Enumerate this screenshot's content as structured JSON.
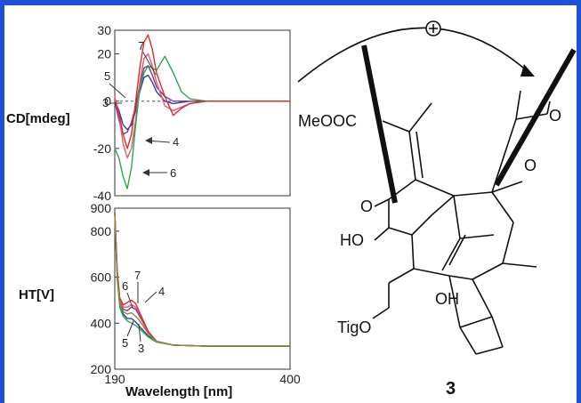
{
  "colors": {
    "border": "#1f4fd6",
    "c3": "#3a3aa8",
    "c4": "#7a3a8a",
    "c5": "#e05a7a",
    "c6": "#2aa84a",
    "c7": "#e02a2a",
    "c8": "#8a8a40"
  },
  "chart_data": [
    {
      "type": "line",
      "panel": "cd",
      "ylabel": "CD[mdeg]",
      "xlim": [
        190,
        400
      ],
      "ylim": [
        -40,
        30
      ],
      "yticks": [
        "30",
        "20",
        "0",
        "-20",
        "-40"
      ],
      "yticks_values": [
        30,
        20,
        0,
        -20,
        -40
      ],
      "series": [
        {
          "name": "3",
          "color_key": "c3",
          "x": [
            190,
            195,
            200,
            205,
            210,
            215,
            220,
            225,
            230,
            235,
            240,
            250,
            260,
            280,
            300,
            400
          ],
          "y": [
            0,
            -4,
            -10,
            -12,
            -10,
            -4,
            4,
            10,
            11,
            8,
            4,
            0,
            -1,
            0,
            0,
            0
          ]
        },
        {
          "name": "4",
          "color_key": "c4",
          "x": [
            190,
            195,
            200,
            205,
            210,
            215,
            220,
            225,
            230,
            235,
            240,
            250,
            260,
            280,
            300,
            400
          ],
          "y": [
            0,
            -8,
            -14,
            -13,
            -9,
            -2,
            7,
            14,
            15,
            11,
            6,
            2,
            0,
            0,
            0,
            0
          ]
        },
        {
          "name": "5",
          "color_key": "c5",
          "x": [
            190,
            195,
            200,
            205,
            210,
            215,
            220,
            225,
            230,
            235,
            240,
            250,
            260,
            280,
            300,
            400
          ],
          "y": [
            2,
            -6,
            -18,
            -24,
            -20,
            -8,
            8,
            18,
            20,
            15,
            8,
            -2,
            -4,
            -1,
            0,
            0
          ]
        },
        {
          "name": "6",
          "color_key": "c6",
          "x": [
            190,
            195,
            200,
            205,
            210,
            215,
            220,
            225,
            230,
            235,
            240,
            250,
            260,
            270,
            280,
            300,
            400
          ],
          "y": [
            -20,
            -24,
            -32,
            -37,
            -28,
            -10,
            5,
            12,
            15,
            14,
            13,
            19,
            12,
            4,
            1,
            0,
            0
          ]
        },
        {
          "name": "7",
          "color_key": "c7",
          "x": [
            190,
            195,
            200,
            205,
            210,
            215,
            220,
            225,
            230,
            235,
            240,
            250,
            260,
            270,
            280,
            300,
            400
          ],
          "y": [
            0,
            -5,
            -14,
            -20,
            -14,
            0,
            14,
            25,
            28,
            22,
            12,
            2,
            -6,
            -3,
            -1,
            0,
            0
          ]
        }
      ],
      "baseline": 0
    },
    {
      "type": "line",
      "panel": "ht",
      "xlabel": "Wavelength [nm]",
      "ylabel": "HT[V]",
      "xlim": [
        190,
        400
      ],
      "ylim": [
        200,
        900
      ],
      "xticks": [
        "190",
        "400"
      ],
      "xticks_values": [
        190,
        400
      ],
      "yticks": [
        "900",
        "800",
        "600",
        "400",
        "200"
      ],
      "yticks_values": [
        900,
        800,
        600,
        400,
        200
      ],
      "series": [
        {
          "name": "3",
          "color_key": "c3",
          "x": [
            190,
            193,
            196,
            200,
            205,
            210,
            215,
            220,
            230,
            240,
            260,
            300,
            400
          ],
          "y": [
            880,
            600,
            480,
            440,
            420,
            420,
            405,
            385,
            345,
            320,
            305,
            300,
            300
          ]
        },
        {
          "name": "4",
          "color_key": "c4",
          "x": [
            190,
            193,
            196,
            200,
            205,
            210,
            215,
            220,
            230,
            240,
            260,
            300,
            400
          ],
          "y": [
            880,
            620,
            500,
            460,
            455,
            470,
            460,
            430,
            360,
            320,
            305,
            300,
            300
          ]
        },
        {
          "name": "5",
          "color_key": "c5",
          "x": [
            190,
            193,
            196,
            200,
            205,
            210,
            215,
            220,
            230,
            240,
            260,
            300,
            400
          ],
          "y": [
            880,
            610,
            500,
            470,
            470,
            480,
            470,
            440,
            360,
            320,
            305,
            300,
            300
          ]
        },
        {
          "name": "6",
          "color_key": "c6",
          "x": [
            190,
            193,
            196,
            200,
            205,
            210,
            215,
            220,
            230,
            240,
            260,
            300,
            400
          ],
          "y": [
            880,
            590,
            470,
            430,
            410,
            400,
            390,
            375,
            340,
            318,
            305,
            300,
            300
          ]
        },
        {
          "name": "7",
          "color_key": "c7",
          "x": [
            190,
            193,
            196,
            200,
            205,
            210,
            215,
            220,
            230,
            240,
            260,
            300,
            400
          ],
          "y": [
            880,
            630,
            510,
            480,
            490,
            500,
            485,
            445,
            365,
            322,
            305,
            300,
            300
          ]
        },
        {
          "name": "",
          "color_key": "c8",
          "x": [
            190,
            193,
            196,
            200,
            205,
            210,
            215,
            220,
            230,
            240,
            260,
            300,
            400
          ],
          "y": [
            880,
            605,
            485,
            450,
            440,
            445,
            430,
            410,
            355,
            320,
            305,
            300,
            300
          ]
        }
      ]
    }
  ],
  "structure": {
    "compound_number": "3",
    "labels": {
      "meooc": "MeOOC",
      "o_ketone": "O",
      "ho": "HO",
      "oh": "OH",
      "tigo": "TigO",
      "o_lactone_top": "O",
      "o_lactone_ring": "O",
      "charge": "⊕"
    }
  },
  "cd_annotations": {
    "a3": "3",
    "a4": "4",
    "a5": "5",
    "a6": "6",
    "a7": "7"
  },
  "ht_annotations": {
    "a3": "3",
    "a4": "4",
    "a5": "5",
    "a6": "6",
    "a7": "7"
  }
}
